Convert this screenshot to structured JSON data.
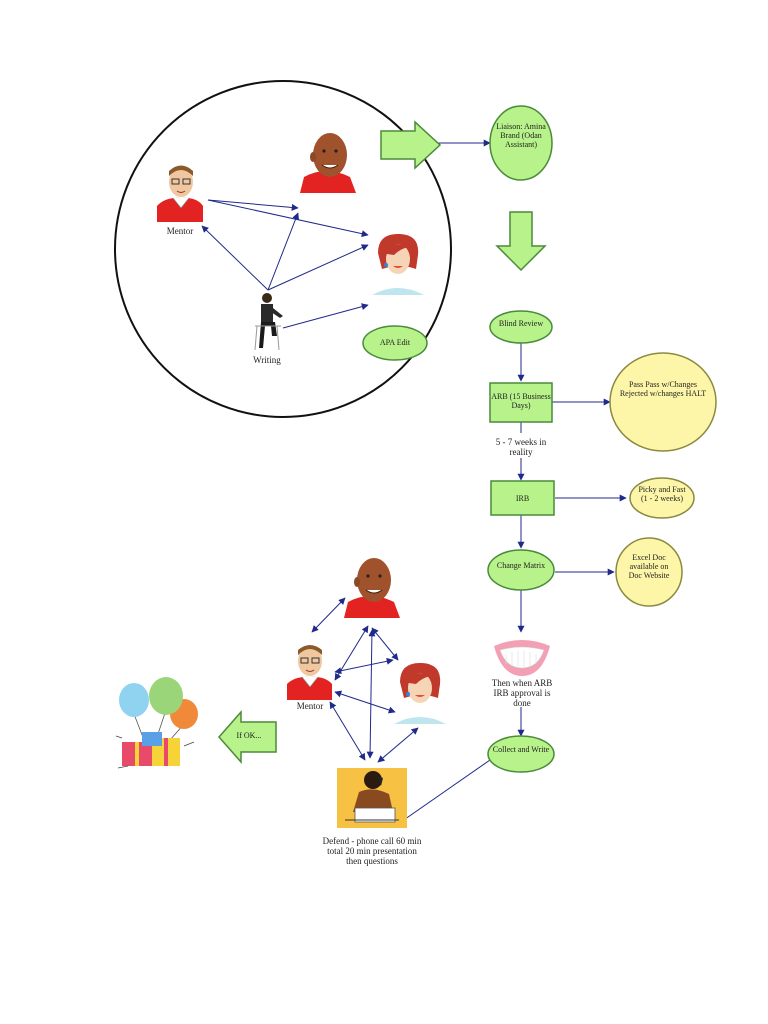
{
  "colors": {
    "node_green": "#b8f28a",
    "node_stroke": "#4a8a3a",
    "yellow": "#fdf6a8",
    "yellow_stroke": "#8a8a40",
    "arrow": "#1f2a8a",
    "shirt_red": "#e32222"
  },
  "icons": {
    "mentor_face": "person-glasses-icon",
    "bald_man": "man-face-icon",
    "woman": "woman-face-icon",
    "writer": "sitting-writer-icon",
    "lips": "smile-lips-icon",
    "phone": "phone-call-icon",
    "gifts": "balloons-gifts-icon"
  },
  "nodes": {
    "liaison": "Liaison: Amina Brand (Odan Assistant)",
    "blind_review": "Blind Review",
    "apa_edit": "APA Edit",
    "arb": "ARB (15 Business Days)",
    "outcomes": "Pass Pass w/Changes Rejected w/changes HALT",
    "irb": "IRB",
    "picky": "Picky and Fast (1 - 2 weeks)",
    "change_matrix": "Change Matrix",
    "excel_doc": "Excel Doc available on Doc Website",
    "collect_write": "Collect and Write",
    "if_ok": "If OK..."
  },
  "labels": {
    "mentor_top": "Mentor",
    "writing": "Writing",
    "weeks_reality": "5 - 7 weeks in reality",
    "smile": "Then when ARB IRB approval is done",
    "mentor_bottom": "Mentor",
    "defend": "Defend - phone call 60 min total 20 min presentation then questions"
  }
}
